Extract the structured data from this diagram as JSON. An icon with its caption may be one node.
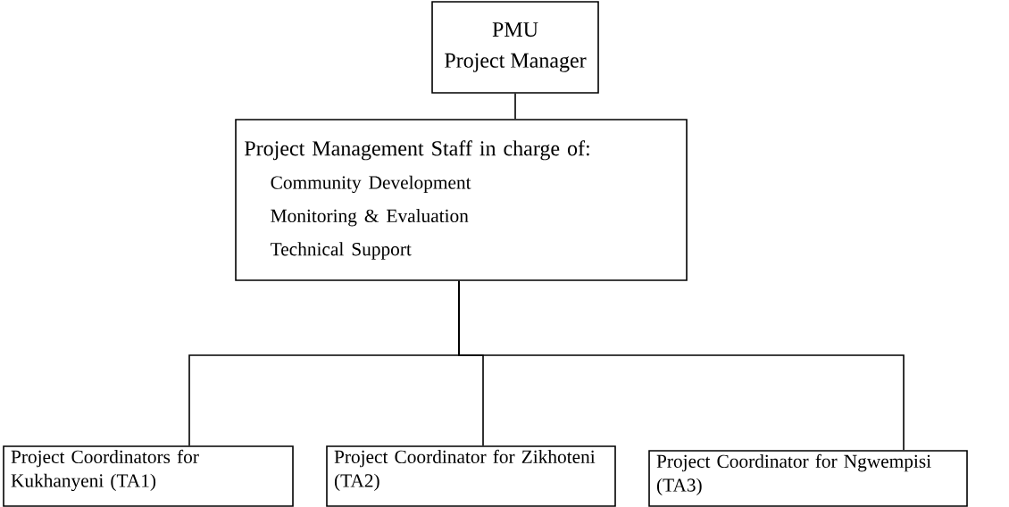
{
  "diagram": {
    "nodes": [
      {
        "text": [
          "PMU",
          "Project Manager"
        ]
      },
      {
        "text": [
          "Project Management Staff in charge of:",
          "Community Development",
          "Monitoring & Evaluation",
          "Technical Support"
        ]
      },
      {
        "text": [
          "Project Coordinators for Kukhanyeni (TA1)"
        ]
      },
      {
        "text": [
          "Project Coordinator for Zikhoteni (TA2)"
        ]
      },
      {
        "text": [
          "Project Coordinator for Ngwempisi (TA3)"
        ]
      }
    ],
    "edges": [
      {
        "from": 0,
        "to": 1,
        "arrow": "none"
      },
      {
        "from": 1,
        "to": 2,
        "arrow": "none"
      },
      {
        "from": 1,
        "to": 3,
        "arrow": "none"
      },
      {
        "from": 1,
        "to": 4,
        "arrow": "none"
      }
    ]
  }
}
